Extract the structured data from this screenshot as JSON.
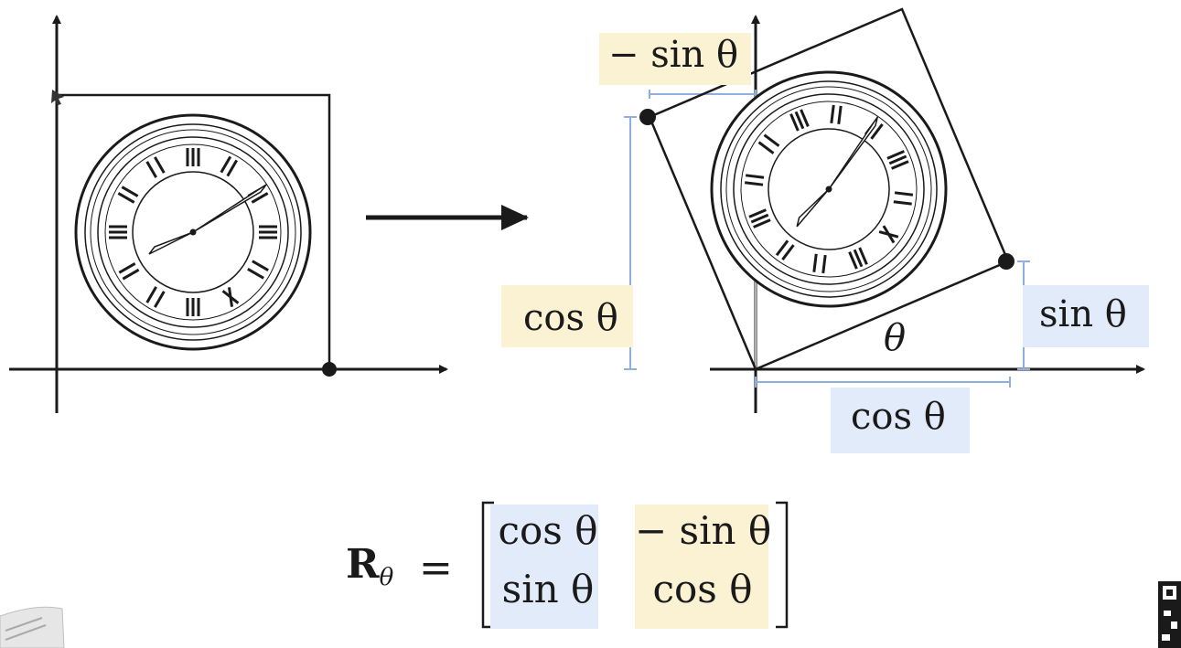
{
  "labels": {
    "neg_sin_top": "− sin θ",
    "cos_left": "cos θ",
    "sin_right": "sin θ",
    "theta_angle": "θ",
    "cos_bottom": "cos θ"
  },
  "matrix": {
    "lhs_symbol": "R",
    "lhs_subscript": "θ",
    "equals": "=",
    "r1c1": "cos θ",
    "r1c2": "− sin θ",
    "r2c1": "sin θ",
    "r2c2": "cos θ"
  },
  "colors": {
    "highlight_yellow": "#fbf1d3",
    "highlight_blue": "#e2ebfa",
    "guide_blue": "#8fb0dc",
    "ink": "#1a1a1a"
  },
  "icons": [
    "arrow-right-icon",
    "clock-icon",
    "qr-code-icon"
  ]
}
